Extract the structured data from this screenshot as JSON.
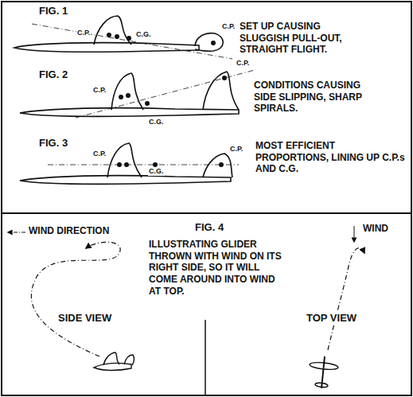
{
  "diagram": {
    "labels": [
      "FIG. 1",
      "C.P.",
      "C.G.",
      "C.P.",
      "SET UP CAUSING SLUGGISH PULL-OUT, STRAIGHT FLIGHT.",
      "FIG. 2",
      "C.P.",
      "C.G.",
      "C.P.",
      "CONDITIONS CAUSING SIDE SLIPPING, SHARP SPIRALS.",
      "FIG. 3",
      "C.P.",
      "C.G.",
      "C.P.",
      "MOST EFFICIENT PROPORTIONS, LINING UP C.P.s AND C.G.",
      "WIND DIRECTION",
      "FIG. 4",
      "ILLUSTRATING GLIDER THROWN WITH WIND ON ITS RIGHT SIDE, SO IT WILL COME AROUND INTO WIND AT TOP.",
      "WIND",
      "SIDE VIEW",
      "TOP VIEW"
    ]
  }
}
